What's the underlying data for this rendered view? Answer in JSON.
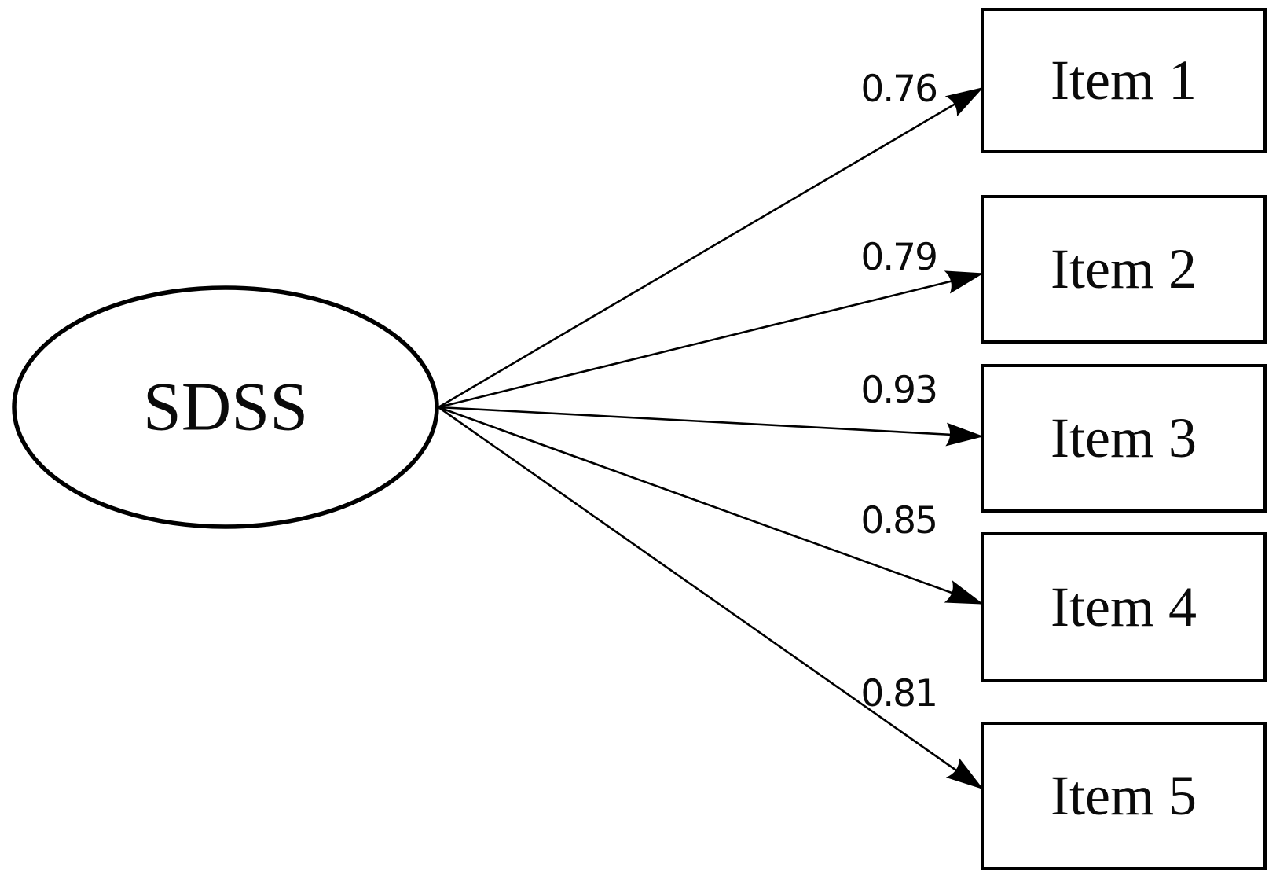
{
  "diagram": {
    "type": "sem-path-diagram",
    "latent": {
      "label": "SDSS"
    },
    "items": [
      {
        "label": "Item 1",
        "loading": "0.76"
      },
      {
        "label": "Item 2",
        "loading": "0.79"
      },
      {
        "label": "Item 3",
        "loading": "0.93"
      },
      {
        "label": "Item 4",
        "loading": "0.85"
      },
      {
        "label": "Item 5",
        "loading": "0.81"
      }
    ],
    "colors": {
      "stroke": "#000000",
      "background": "#ffffff"
    }
  }
}
